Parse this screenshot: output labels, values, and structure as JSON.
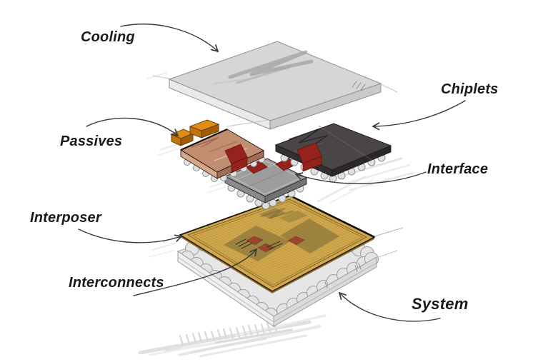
{
  "labels": {
    "cooling": "Cooling",
    "chiplets": "Chiplets",
    "passives": "Passives",
    "interface": "Interface",
    "interposer": "Interposer",
    "interconnects": "Interconnects",
    "system": "System"
  },
  "colors": {
    "background": "#ffffff",
    "label_text": "#1a1a1a",
    "arrow": "#3a3a3a",
    "lid_top": "#d6d6d6",
    "lid_light": "#eaeaea",
    "lid_shade": "#c9c9c9",
    "lid_scribble": "#a2a2a2",
    "chiplet_top": "#4a4546",
    "chiplet_side": "#332f30",
    "die_top": "#c28e72",
    "die_side": "#a26c55",
    "passive_top": "#e08c17",
    "passive_front": "#c4720c",
    "interface_top": "#9d9d9d",
    "pad_red": "#96221d",
    "interposer_gold": "#d2a84c",
    "interposer_region": "#6d6134",
    "interposer_pad": "#9c4430",
    "substrate_top": "#e6e6e6",
    "ball": "#e0e0e0",
    "shadow": "#e0e0e0"
  }
}
